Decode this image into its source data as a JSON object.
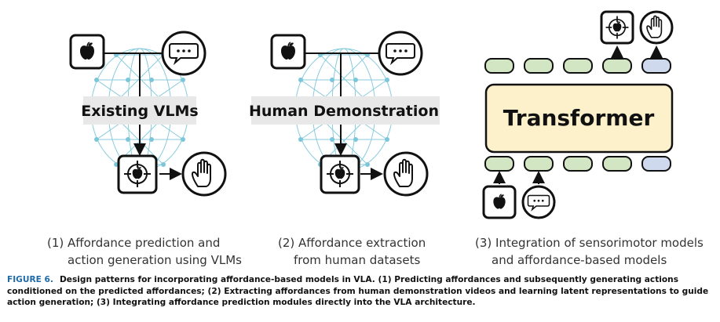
{
  "panels": [
    {
      "box_label": "Existing VLMs",
      "caption_line1": "(1) Affordance prediction and",
      "caption_line2": "action generation using VLMs"
    },
    {
      "box_label": "Human Demonstration",
      "caption_line1": "(2) Affordance extraction",
      "caption_line2": "from human datasets"
    },
    {
      "box_label": "Transformer",
      "caption_line1": "(3) Integration of sensorimotor models",
      "caption_line2": "and affordance-based models"
    }
  ],
  "caption": {
    "figure_label": "FIGURE 6.",
    "text": "Design patterns for incorporating affordance-based models in VLA. (1) Predicting affordances and subsequently generating actions conditioned on the predicted affordances; (2) Extracting affordances from human demonstration videos and learning latent representations to guide action generation; (3) Integrating affordance prediction modules directly into the VLA architecture."
  },
  "icons": [
    "apple-icon",
    "speech-bubble-icon",
    "affordance-target-icon",
    "hand-icon"
  ],
  "colors": {
    "accent": "#1f6aa8",
    "token_green": "#d3e6c4",
    "token_blue": "#cfd9ee",
    "transformer_fill": "#fdf1cc",
    "network": "#7cc6d9",
    "label_bg": "#e8e8e8"
  }
}
